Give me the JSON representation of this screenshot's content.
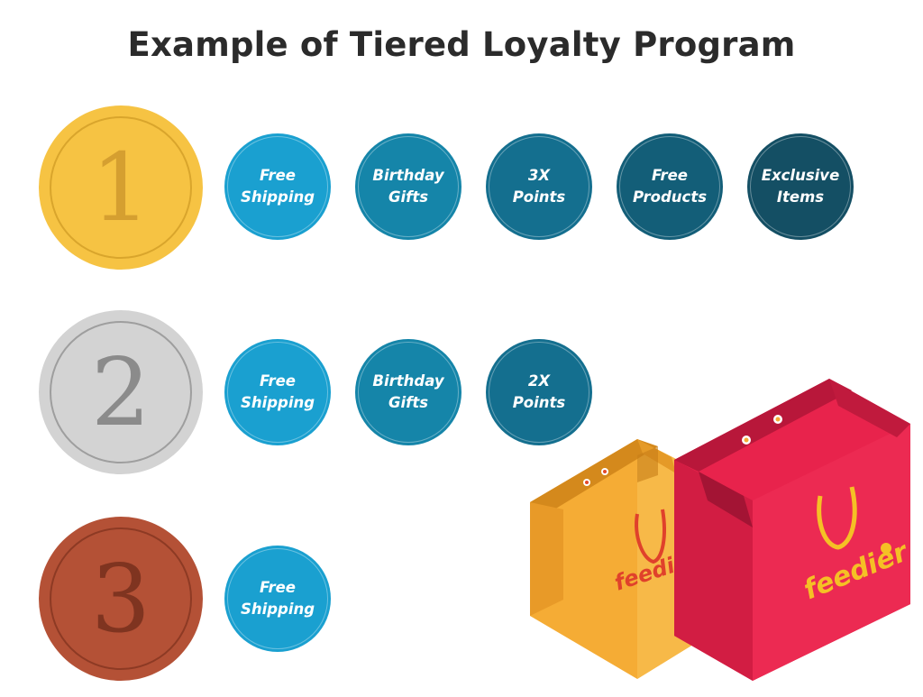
{
  "title": "Example of Tiered Loyalty Program",
  "tiers": [
    {
      "number": "1",
      "medal_color": "#f6c343",
      "benefits": [
        {
          "label": "Free\nShipping",
          "color": "#1aa0d0"
        },
        {
          "label": "Birthday\nGifts",
          "color": "#1585a9"
        },
        {
          "label": "3X\nPoints",
          "color": "#146f8f"
        },
        {
          "label": "Free\nProducts",
          "color": "#135e78"
        },
        {
          "label": "Exclusive\nItems",
          "color": "#144f64"
        }
      ]
    },
    {
      "number": "2",
      "medal_color": "#d3d3d3",
      "benefits": [
        {
          "label": "Free\nShipping",
          "color": "#1aa0d0"
        },
        {
          "label": "Birthday\nGifts",
          "color": "#1585a9"
        },
        {
          "label": "2X\nPoints",
          "color": "#146f8f"
        }
      ]
    },
    {
      "number": "3",
      "medal_color": "#b45136",
      "benefits": [
        {
          "label": "Free\nShipping",
          "color": "#1aa0d0"
        }
      ]
    }
  ],
  "illustration": {
    "brand_small_bag": "feedier",
    "brand_large_bag": "feedier",
    "small_bag_color": "#f5ac35",
    "large_bag_color": "#e8234c"
  }
}
